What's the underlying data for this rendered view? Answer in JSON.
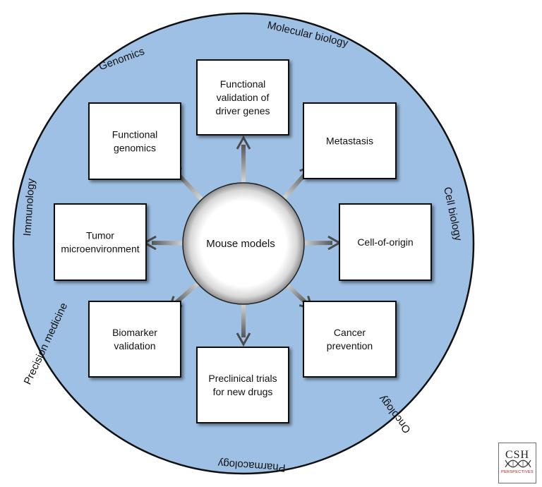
{
  "center": {
    "label": "Mouse models"
  },
  "boxes": {
    "functional_validation": [
      "Functional",
      "validation of",
      "driver genes"
    ],
    "functional_genomics": [
      "Functional",
      "genomics"
    ],
    "metastasis": [
      "Metastasis"
    ],
    "tumor_microenvironment": [
      "Tumor",
      "microenvironment"
    ],
    "cell_of_origin": [
      "Cell-of-origin"
    ],
    "biomarker_validation": [
      "Biomarker",
      "validation"
    ],
    "cancer_prevention": [
      "Cancer",
      "prevention"
    ],
    "preclinical_trials": [
      "Preclinical trials",
      "for new drugs"
    ]
  },
  "ring_labels": {
    "genomics": "Genomics",
    "molecular_biology": "Molecular biology",
    "cell_biology": "Cell biology",
    "oncology": "Oncology",
    "pharmacology": "Pharmacology",
    "precision_medicine": "Precision medicine",
    "immunology": "Immunology"
  },
  "logo": {
    "title": "CSH",
    "subtitle": "PERSPECTIVES"
  },
  "colors": {
    "ring_fill": "#9dc0e4",
    "ring_stroke": "#111111",
    "box_fill": "#ffffff",
    "arrow": "#8a8a8a"
  }
}
